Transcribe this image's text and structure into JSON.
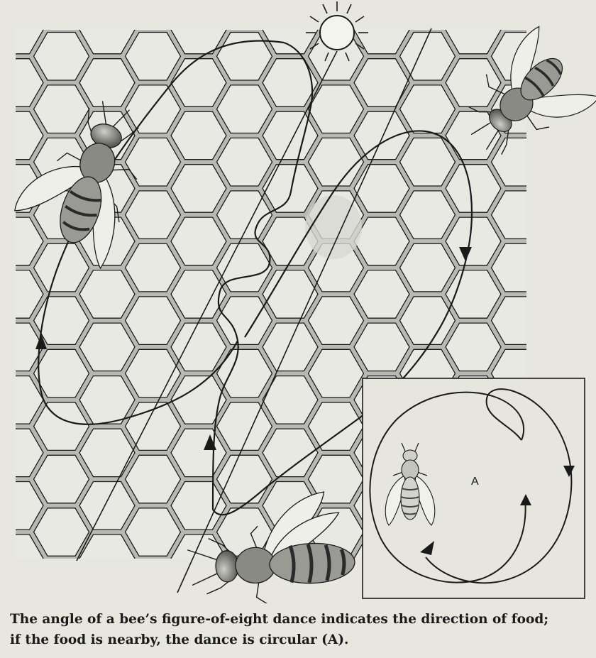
{
  "diagram": {
    "inset_label": "A",
    "colors": {
      "background": "#e7e7df",
      "comb_fill": "#b9b9b4",
      "cell_fill": "#e9e9e4",
      "ink": "#1a1a1a",
      "inset_fill": "#e6e6df"
    },
    "icons": [
      "sun-icon",
      "bee-icon",
      "arrow-icon"
    ]
  },
  "caption": {
    "line1": "The angle of a bee’s figure-of-eight dance indicates the direction of food;",
    "line2": "if the food is nearby, the dance is circular (A)."
  }
}
